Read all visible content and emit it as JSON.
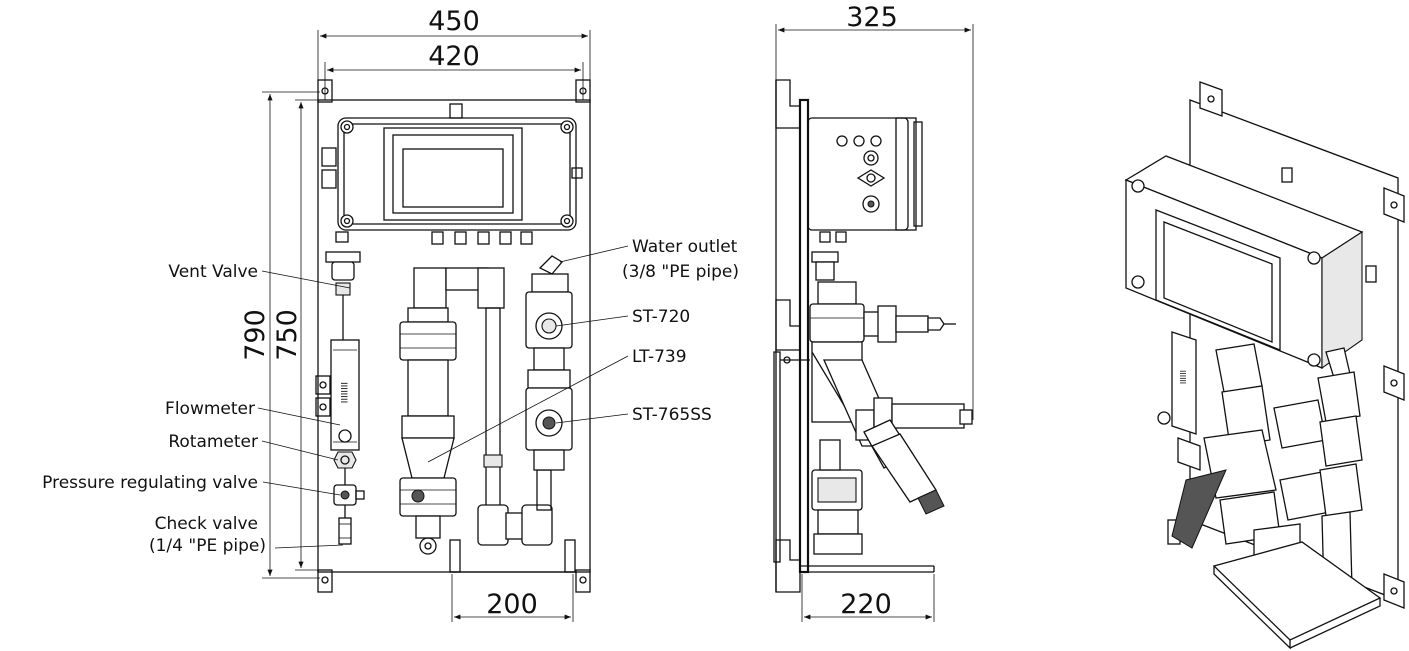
{
  "dimensions": {
    "front_width_outer": "450",
    "front_width_inner": "420",
    "front_height_outer": "790",
    "front_height_inner": "750",
    "front_stand_width": "200",
    "side_depth": "325",
    "side_stand_depth": "220"
  },
  "labels": {
    "vent_valve": "Vent Valve",
    "flowmeter": "Flowmeter",
    "rotameter": "Rotameter",
    "pressure_regulating_valve": "Pressure regulating valve",
    "check_valve": "Check valve",
    "check_valve_pipe": "(1/4 \"PE pipe)",
    "water_outlet": "Water outlet",
    "water_outlet_pipe": "(3/8 \"PE pipe)",
    "st720": "ST-720",
    "lt739": "LT-739",
    "st765ss": "ST-765SS"
  }
}
